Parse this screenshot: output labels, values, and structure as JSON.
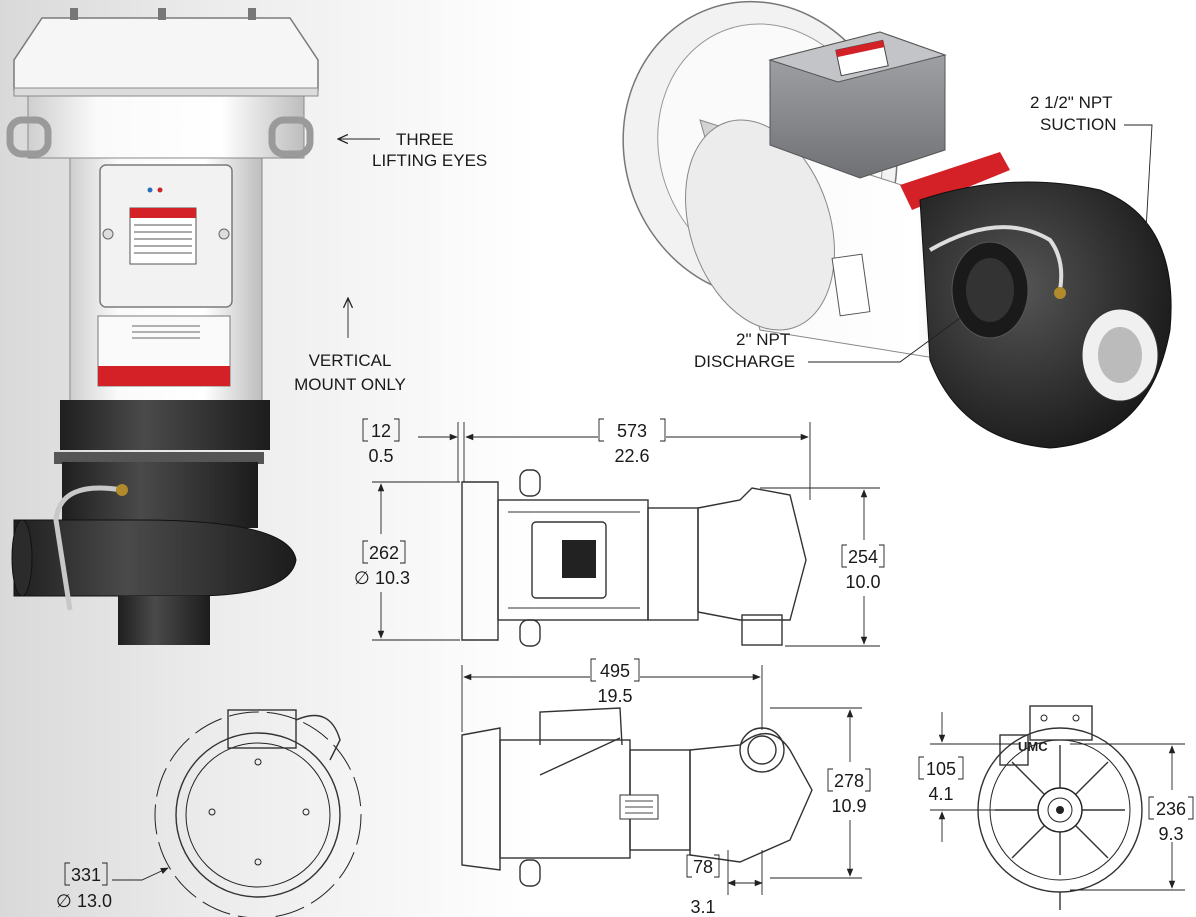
{
  "labels": {
    "lifting_eyes_line1": "THREE",
    "lifting_eyes_line2": "LIFTING EYES",
    "vertical_line1": "VERTICAL",
    "vertical_line2": "MOUNT ONLY",
    "suction_line1": "2 1/2\" NPT",
    "suction_line2": "SUCTION",
    "discharge_line1": "2\" NPT",
    "discharge_line2": "DISCHARGE",
    "logo": "UMC"
  },
  "dimensions": {
    "d12_mm": "12",
    "d12_in": "0.5",
    "d573_mm": "573",
    "d573_in": "22.6",
    "d262_mm": "262",
    "d262_in": "10.3",
    "d254_mm": "254",
    "d254_in": "10.0",
    "d495_mm": "495",
    "d495_in": "19.5",
    "d278_mm": "278",
    "d278_in": "10.9",
    "d78_mm": "78",
    "d78_in": "3.1",
    "d331_mm": "331",
    "d331_in": "13.0",
    "d105_mm": "105",
    "d105_in": "4.1",
    "d236_mm": "236",
    "d236_in": "9.3",
    "diameter_symbol": "∅"
  },
  "colors": {
    "body_white": "#f4f4f4",
    "pump_black": "#2b2b2b",
    "stripe_red": "#d42027",
    "junction_box_gray": "#8d8f93"
  }
}
